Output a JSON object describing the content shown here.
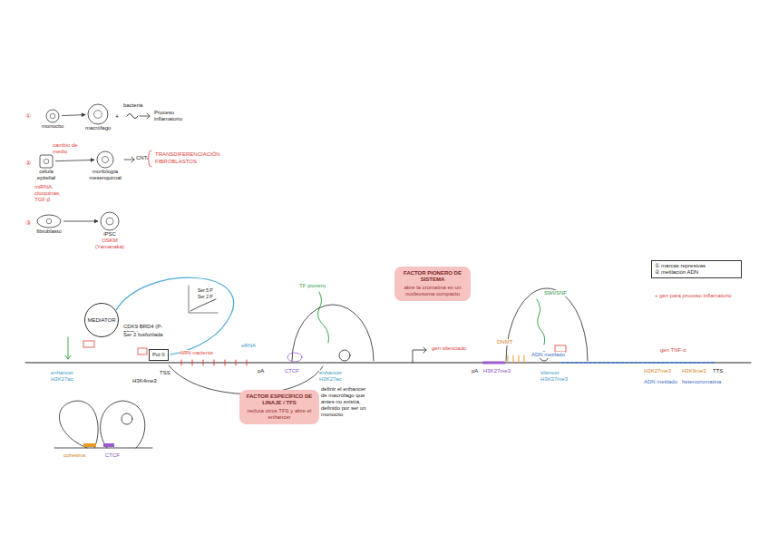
{
  "diagram": {
    "nodes": [
      {
        "text": [
          "monocito"
        ]
      },
      {
        "text": [
          "macrófago"
        ]
      },
      {
        "text": [
          "célula epitelial"
        ]
      },
      {
        "text": [
          "morfología mesenquimal"
        ]
      },
      {
        "text": [
          "fibroblasto"
        ]
      },
      {
        "text": [
          "iPSC",
          "OSKM (Yamanaka)"
        ]
      },
      {
        "text": [
          "MEDIATOR"
        ]
      },
      {
        "text": [
          "Pol II"
        ]
      },
      {
        "text": [
          "FACTOR PIONERO DE SISTEMA",
          "abre la cromatina en un nucleosoma compacto"
        ]
      },
      {
        "text": [
          "FACTOR ESPECÍFICO DE LINAJE / TFS",
          "recluta otros TFS y abre el enhancer"
        ]
      },
      {
        "text": [
          "① marcas represivas",
          "② metilación ADN"
        ]
      }
    ],
    "edges": [
      {
        "from": 0,
        "to": 1,
        "arrow": "to"
      },
      {
        "from": 2,
        "to": 3,
        "arrow": "to"
      },
      {
        "from": 4,
        "to": 5,
        "arrow": "to"
      }
    ],
    "labels": [
      "①",
      "②",
      "③",
      "+",
      "bacteria",
      "Proceso inflamatorio",
      "cambio de medio",
      "miRNA, citoquinas, TGF-β",
      "CNT",
      "TRANSDIFERENCIACIÓN",
      "FIBROBLASTOS",
      "CDK9 BRD4 (P-TEFb)",
      "Ser 2 fosforilada",
      "Ser 5 P",
      "Ser 2 P",
      "enhancer H3K27ac",
      "TSS",
      "H3K4me3",
      "ARN naciente",
      "eRNA",
      "pA",
      "CTCF",
      "enhancer H3K27ac",
      "definir el enhancer de macrófago que antes no existía, definido por ser un monocito",
      "gen silenciado",
      "pA",
      "H3K27me3",
      "DNMT",
      "ADN metilado",
      "silencer H3K27me3",
      "TF pionero",
      "SWI/SNF",
      "gen TNF-α",
      "H3K27me3",
      "ADN metilado",
      "H3K9me3",
      "heterocromatina",
      "TTS",
      "+ gen para proceso inflamatorio",
      "cohesina",
      "CTCF"
    ]
  }
}
